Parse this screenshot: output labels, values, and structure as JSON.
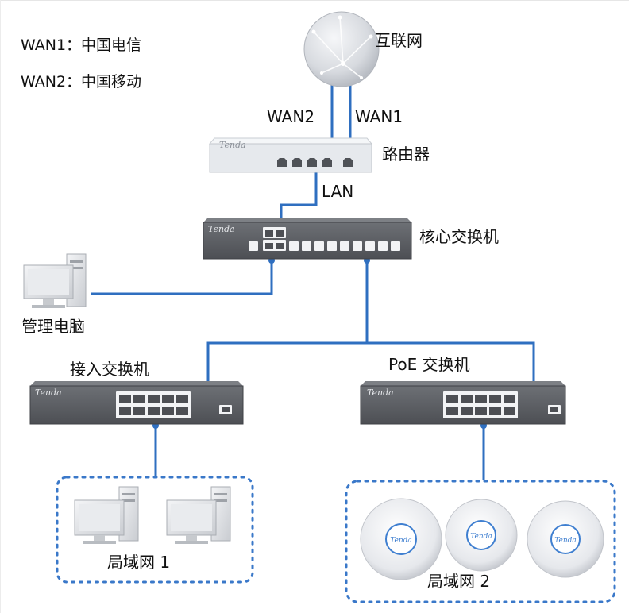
{
  "notes": {
    "wan1": "WAN1：中国电信",
    "wan2": "WAN2：中国移动"
  },
  "labels": {
    "internet": "互联网",
    "wan2_link": "WAN2",
    "wan1_link": "WAN1",
    "router": "路由器",
    "lan_link": "LAN",
    "core_switch": "核心交换机",
    "mgmt_pc": "管理电脑",
    "access_switch": "接入交换机",
    "poe_switch": "PoE 交换机",
    "lan1": "局域网 1",
    "lan2": "局域网 2"
  },
  "brand": "Tenda",
  "colors": {
    "link": "#2f6fc0",
    "switch_body": "#5c5e63",
    "router_body": "#e8ebef",
    "dashed": "#3a78c9",
    "globe": "#d8dbe0"
  }
}
